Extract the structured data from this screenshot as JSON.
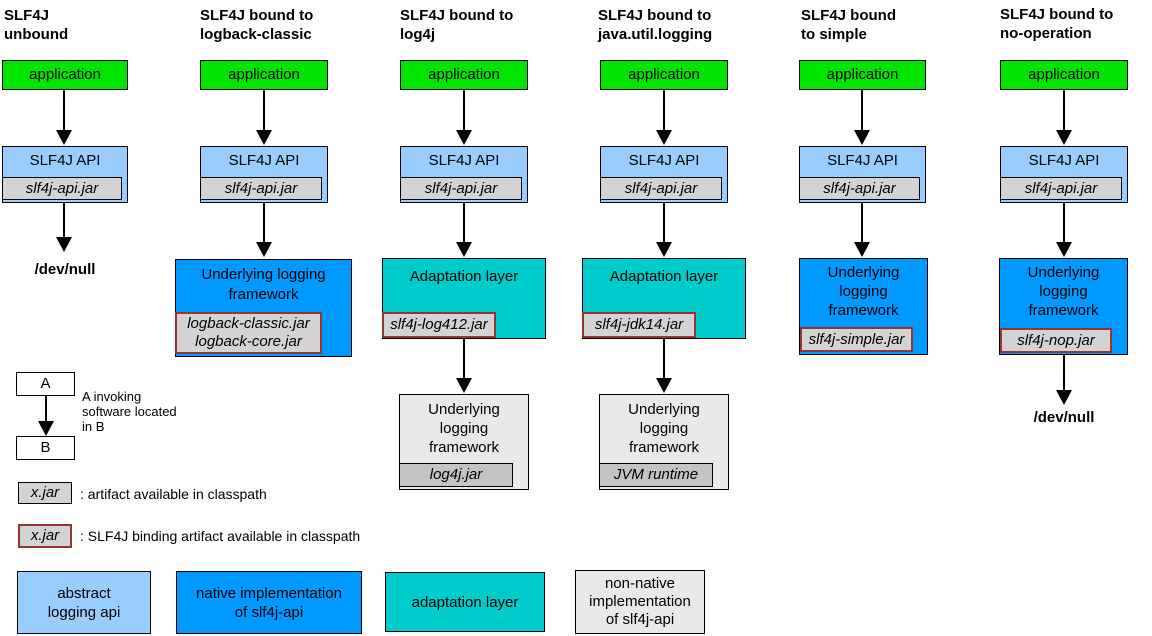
{
  "labels": {
    "application": "application",
    "slf4j_api": "SLF4J API",
    "slf4j_api_jar": "slf4j-api.jar",
    "dev_null": "/dev/null"
  },
  "colors": {
    "application_green": "#00e400",
    "abstract_api_light_blue": "#99ccff",
    "native_impl_blue": "#0099ff",
    "adaptation_teal": "#00cccc",
    "non_native_gray": "#e9e9e9",
    "jar_gray": "#d3d3d3",
    "binding_border_red": "#943634"
  },
  "columns": [
    {
      "title": "SLF4J\nunbound"
    },
    {
      "title": "SLF4J bound to\nlogback-classic",
      "box": {
        "label": "Underlying logging\nframework",
        "jar": "logback-classic.jar\nlogback-core.jar"
      }
    },
    {
      "title": "SLF4J bound to\nlog4j",
      "adapter": {
        "label": "Adaptation layer",
        "jar": "slf4j-log412.jar"
      },
      "framework": {
        "label": "Underlying\nlogging\nframework",
        "jar": "log4j.jar"
      }
    },
    {
      "title": "SLF4J bound to\njava.util.logging",
      "adapter": {
        "label": "Adaptation layer",
        "jar": "slf4j-jdk14.jar"
      },
      "framework": {
        "label": "Underlying\nlogging\nframework",
        "jar": "JVM runtime"
      }
    },
    {
      "title": "SLF4J bound\nto simple",
      "box": {
        "label": "Underlying\nlogging\nframework",
        "jar": "slf4j-simple.jar"
      }
    },
    {
      "title": "SLF4J bound to\nno-operation",
      "box": {
        "label": "Underlying\nlogging\nframework",
        "jar": "slf4j-nop.jar"
      }
    }
  ],
  "legend": {
    "box_a": "A",
    "box_b": "B",
    "invoke_text": "A invoking\nsoftware located\nin B",
    "jar_sample": "x.jar",
    "artifact_text": ": artifact available in classpath",
    "binding_text": ": SLF4J binding artifact available in classpath"
  },
  "key_boxes": [
    {
      "label": "abstract\nlogging api"
    },
    {
      "label": "native implementation\nof slf4j-api"
    },
    {
      "label": "adaptation layer"
    },
    {
      "label": "non-native\nimplementation\nof slf4j-api"
    }
  ]
}
